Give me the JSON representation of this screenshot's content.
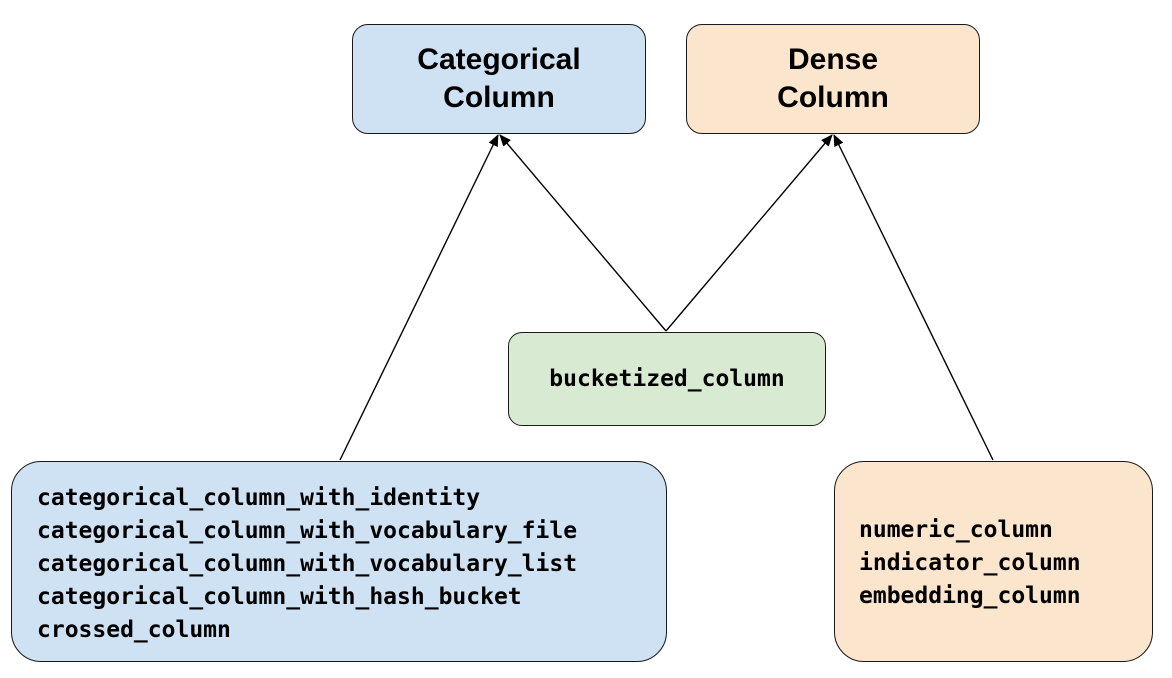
{
  "nodes": {
    "categorical_column": {
      "title_line1": "Categorical",
      "title_line2": "Column",
      "fill": "#cfe2f3"
    },
    "dense_column": {
      "title_line1": "Dense",
      "title_line2": "Column",
      "fill": "#fce5cd"
    },
    "bucketized": {
      "label": "bucketized_column",
      "fill": "#d9ead3"
    },
    "categorical_list": {
      "items": [
        "categorical_column_with_identity",
        "categorical_column_with_vocabulary_file",
        "categorical_column_with_vocabulary_list",
        "categorical_column_with_hash_bucket",
        "crossed_column"
      ],
      "fill": "#cfe2f3"
    },
    "dense_list": {
      "items": [
        "numeric_column",
        "indicator_column",
        "embedding_column"
      ],
      "fill": "#fce5cd"
    }
  },
  "edges": [
    {
      "from": "categorical_list",
      "to": "categorical_column"
    },
    {
      "from": "bucketized",
      "to": "categorical_column"
    },
    {
      "from": "bucketized",
      "to": "dense_column"
    },
    {
      "from": "dense_list",
      "to": "dense_column"
    }
  ],
  "colors": {
    "stroke": "#1a1a1a",
    "text": "#000000"
  }
}
